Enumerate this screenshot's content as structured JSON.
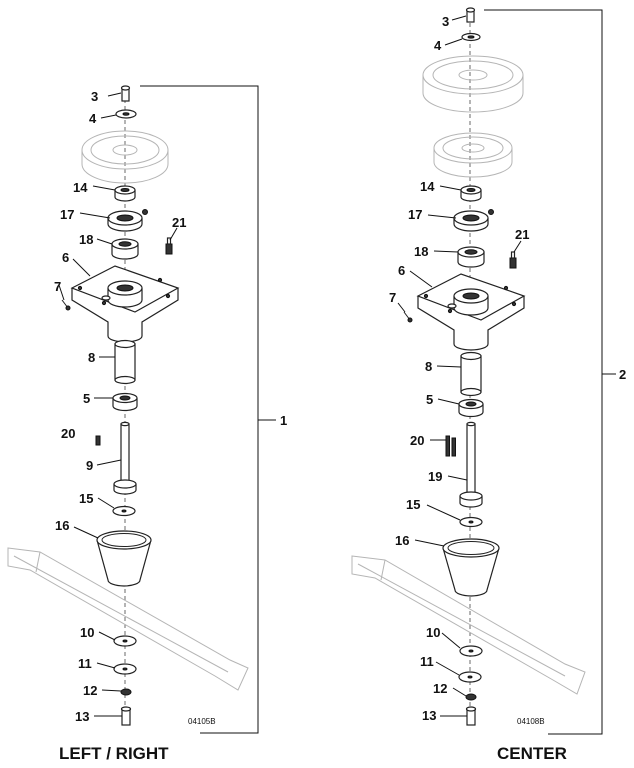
{
  "left_assembly": {
    "caption": "LEFT / RIGHT",
    "drawing_number": "04105B",
    "assembly_callout": "1",
    "callouts": [
      "3",
      "4",
      "14",
      "17",
      "18",
      "21",
      "6",
      "7",
      "8",
      "5",
      "20",
      "9",
      "15",
      "16",
      "10",
      "11",
      "12",
      "13"
    ]
  },
  "center_assembly": {
    "caption": "CENTER",
    "drawing_number": "04108B",
    "assembly_callout": "2",
    "callouts": [
      "3",
      "4",
      "14",
      "17",
      "18",
      "21",
      "6",
      "7",
      "8",
      "5",
      "20",
      "19",
      "15",
      "16",
      "10",
      "11",
      "12",
      "13"
    ]
  }
}
